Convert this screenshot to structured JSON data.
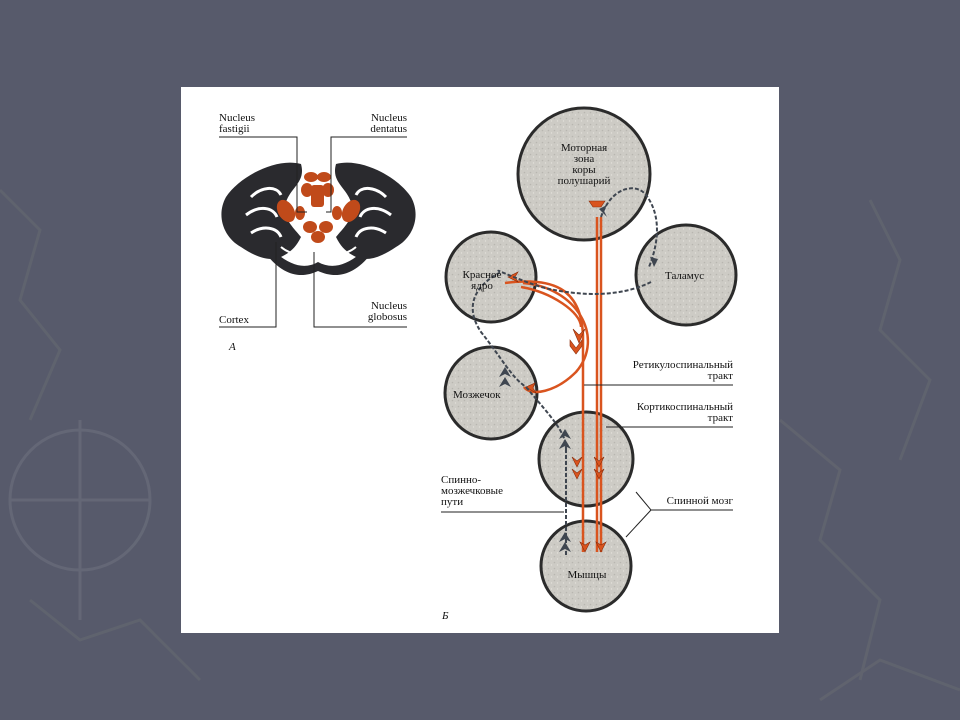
{
  "panel_a": {
    "nucleus_fastigii": [
      "Nucleus",
      "fastigii"
    ],
    "nucleus_dentatus": [
      "Nucleus",
      "dentatus"
    ],
    "cortex": "Cortex",
    "nucleus_globosus": [
      "Nucleus",
      "globosus"
    ],
    "panel_letter": "A"
  },
  "panel_b": {
    "motor_cortex": [
      "Моторная",
      "зона",
      "коры",
      "полушарий"
    ],
    "red_nucleus": [
      "Красное",
      "ядро"
    ],
    "thalamus": "Таламус",
    "cerebellum": "Мозжечок",
    "muscles": "Мышцы",
    "reticulospinal": [
      "Ретикулоспинальный",
      "тракт"
    ],
    "corticospinal": [
      "Кортикоспинальный",
      "тракт"
    ],
    "spinocerebellar": [
      "Спинно-",
      "мозжечковые",
      "пути"
    ],
    "spinal_cord": "Спинной мозг",
    "panel_letter": "Б"
  },
  "colors": {
    "background": "#575a6b",
    "efferent": "#d9541f",
    "afferent": "#3f4650",
    "node_fill": "#cdcbc5"
  }
}
